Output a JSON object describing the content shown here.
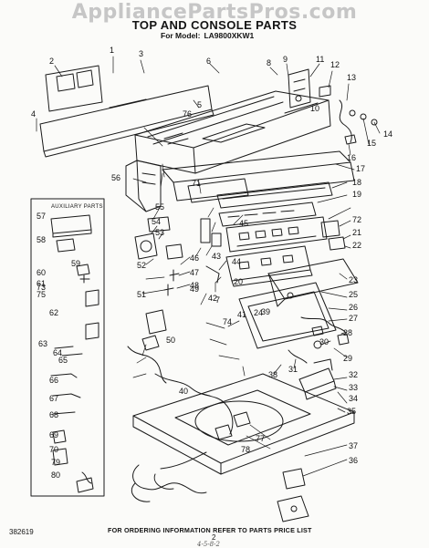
{
  "watermark": "AppliancePartsPros.com",
  "title": "TOP AND CONSOLE PARTS",
  "model_label": "For Model:",
  "model_number": "LA9800XKW1",
  "aux_title": "AUXILIARY PARTS",
  "footer_text": "FOR ORDERING INFORMATION REFER TO PARTS PRICE LIST",
  "doc_number": "382619",
  "page_number": "2",
  "hand_note": "4-5-8-2",
  "callouts": [
    "1",
    "2",
    "3",
    "4",
    "5",
    "6",
    "7",
    "8",
    "9",
    "10",
    "11",
    "12",
    "13",
    "14",
    "15",
    "16",
    "17",
    "18",
    "19",
    "20",
    "21",
    "22",
    "23",
    "24",
    "25",
    "26",
    "27",
    "28",
    "29",
    "30",
    "31",
    "32",
    "33",
    "34",
    "35",
    "36",
    "37",
    "38",
    "39",
    "40",
    "41",
    "42",
    "43",
    "44",
    "45",
    "46",
    "47",
    "48",
    "49",
    "50",
    "51",
    "52",
    "53",
    "54",
    "55",
    "56",
    "57",
    "58",
    "59",
    "60",
    "61",
    "62",
    "63",
    "64",
    "65",
    "66",
    "67",
    "68",
    "69",
    "70",
    "71",
    "72",
    "73",
    "74",
    "75",
    "76",
    "77",
    "78",
    "79",
    "80"
  ]
}
